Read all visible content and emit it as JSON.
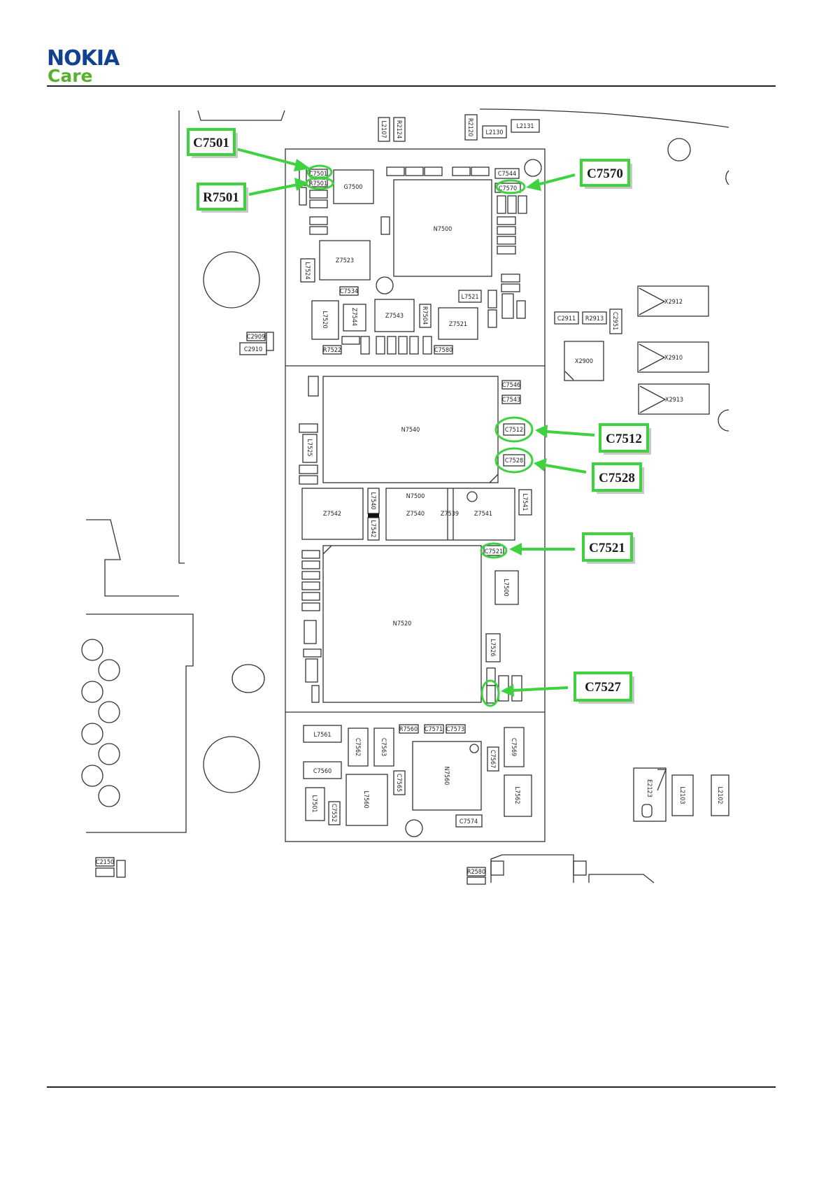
{
  "header": {
    "brand": "NOKIA",
    "sub": "Care"
  },
  "colors": {
    "brand_blue": "#124191",
    "care_green": "#58b031",
    "callout_green": "#3fd23f"
  },
  "callouts": [
    {
      "id": "c7501",
      "label": "C7501"
    },
    {
      "id": "r7501",
      "label": "R7501"
    },
    {
      "id": "c7570",
      "label": "C7570"
    },
    {
      "id": "c7512",
      "label": "C7512"
    },
    {
      "id": "c7528",
      "label": "C7528"
    },
    {
      "id": "c7521",
      "label": "C7521"
    },
    {
      "id": "c7527",
      "label": "C7527"
    }
  ],
  "components": {
    "g7500": "G7500",
    "n7500": "N7500",
    "z7523": "Z7523",
    "l7524": "L7524",
    "c7534": "C7534",
    "l7520": "L7520",
    "z7544": "Z7544",
    "z7543": "Z7543",
    "r7504": "R7504",
    "z7521": "Z7521",
    "l7521": "L7521",
    "r7522": "R7522",
    "c7580": "C7580",
    "c2909": "C2909",
    "c2910": "C2910",
    "c2911": "C2911",
    "r2913": "R2913",
    "c2951": "C2951",
    "x2912": "X2912",
    "x2900": "X2900",
    "x2910": "X2910",
    "x2913": "X2913",
    "n7540": "N7540",
    "c7546": "C7546",
    "c7543": "C7543",
    "c7512": "C7512",
    "c7528": "C7528",
    "z7542": "Z7542",
    "l7540": "L7540",
    "l7542": "L7542",
    "n7500b": "N7500",
    "z7540": "Z7540",
    "z7539": "Z7539",
    "z7541": "Z7541",
    "l7541": "L7541",
    "c7521": "C7521",
    "n7520": "N7520",
    "l7500": "L7500",
    "l7526": "L7526",
    "l7525": "L7525",
    "l7561": "L7561",
    "c7560": "C7560",
    "c7562": "C7562",
    "c7563": "C7563",
    "r7560": "R7560",
    "c7571": "C7571",
    "c7573": "C7573",
    "c7569": "C7569",
    "n7560": "N7560",
    "c7567": "C7567",
    "c7565": "C7565",
    "l7560": "L7560",
    "l7501": "L7501",
    "c7552": "C7552",
    "l7562": "L7562",
    "c7574": "C7574",
    "c7544": "C7544",
    "c7570": "C7570",
    "c7501": "C7501",
    "r7501": "R7501",
    "l2107": "L2107",
    "r2124": "R2124",
    "r2120": "R2120",
    "l2130": "L2130",
    "l2131": "L2131",
    "e2123": "E2123",
    "l2103": "L2103",
    "l2102": "L2102",
    "c2150": "C2150",
    "r2580": "R2580"
  }
}
